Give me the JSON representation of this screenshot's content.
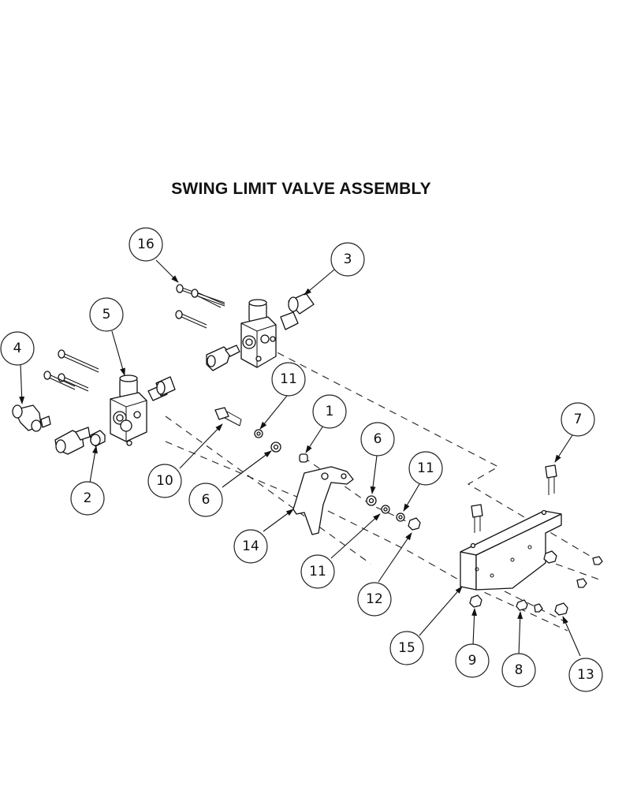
{
  "title": "SWING LIMIT VALVE ASSEMBLY",
  "callouts": [
    {
      "id": "c16",
      "label": "16"
    },
    {
      "id": "c3",
      "label": "3"
    },
    {
      "id": "c5",
      "label": "5"
    },
    {
      "id": "c4",
      "label": "4"
    },
    {
      "id": "c11a",
      "label": "11"
    },
    {
      "id": "c1",
      "label": "1"
    },
    {
      "id": "c6a",
      "label": "6"
    },
    {
      "id": "c11b",
      "label": "11"
    },
    {
      "id": "c7",
      "label": "7"
    },
    {
      "id": "c2",
      "label": "2"
    },
    {
      "id": "c10",
      "label": "10"
    },
    {
      "id": "c6b",
      "label": "6"
    },
    {
      "id": "c14",
      "label": "14"
    },
    {
      "id": "c11c",
      "label": "11"
    },
    {
      "id": "c12",
      "label": "12"
    },
    {
      "id": "c15",
      "label": "15"
    },
    {
      "id": "c9",
      "label": "9"
    },
    {
      "id": "c8",
      "label": "8"
    },
    {
      "id": "c13",
      "label": "13"
    }
  ]
}
